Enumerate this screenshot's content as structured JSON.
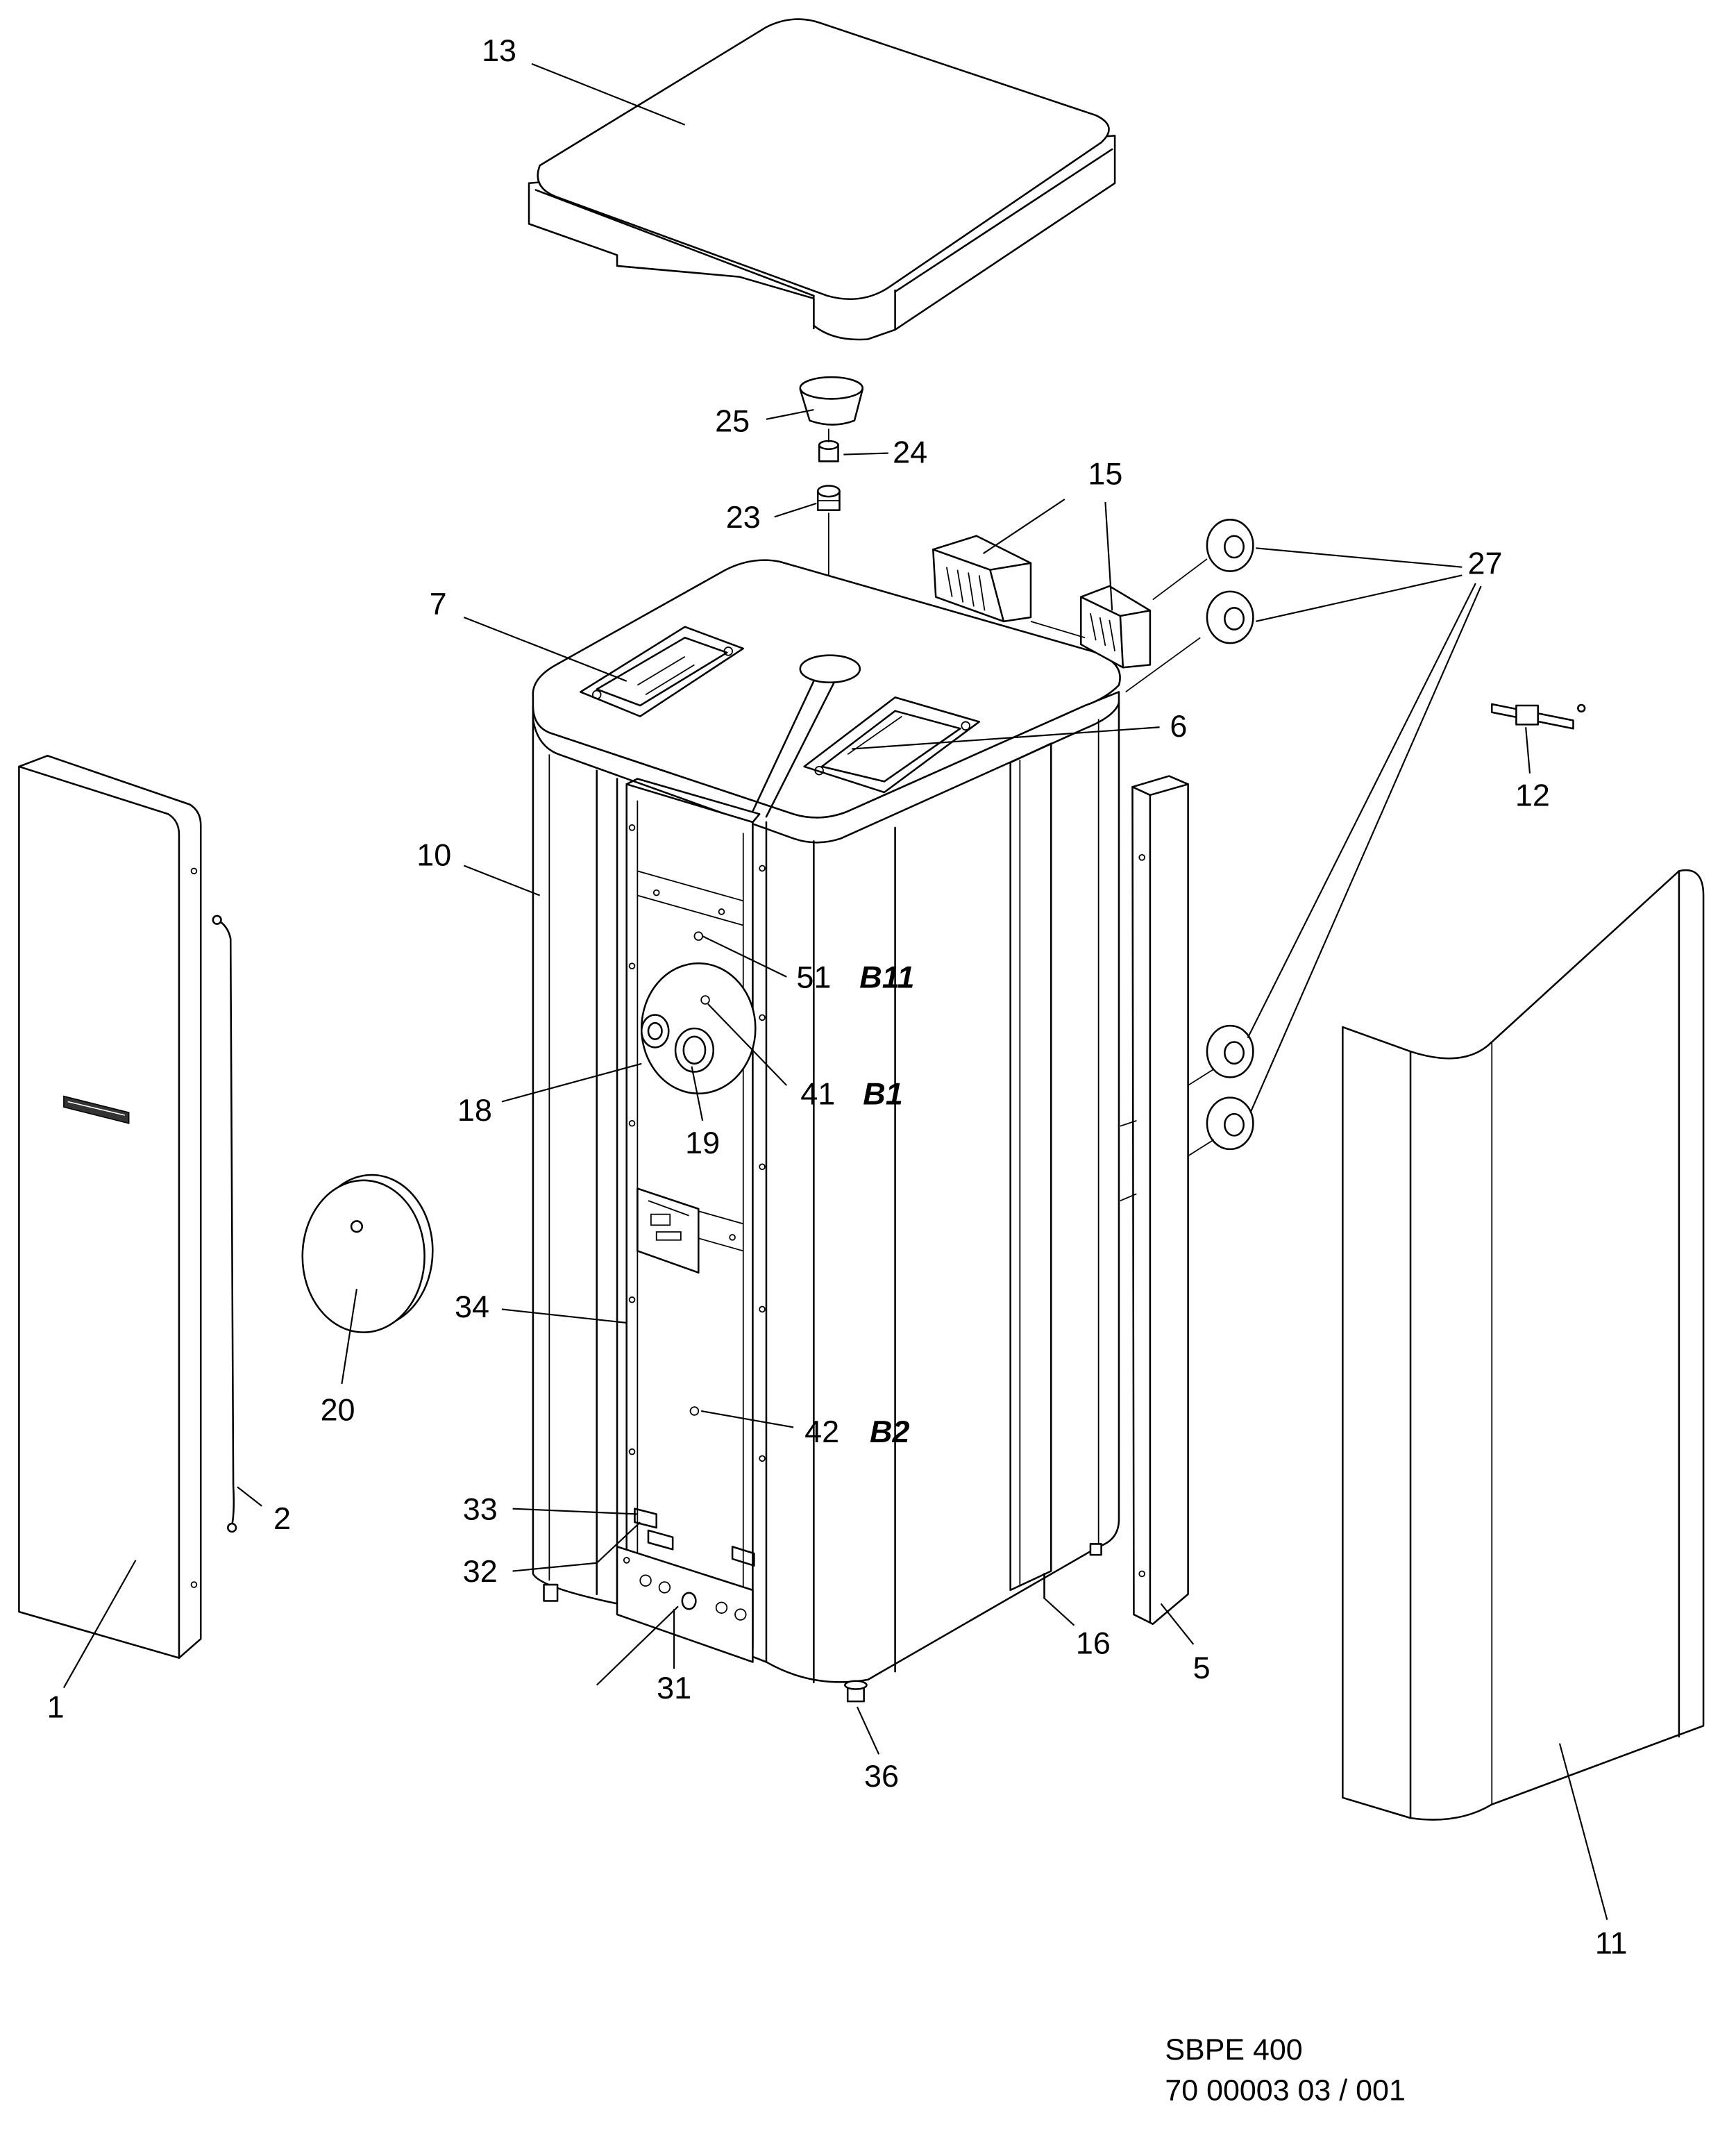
{
  "callouts": {
    "p1": "1",
    "p2": "2",
    "p5": "5",
    "p6": "6",
    "p7": "7",
    "p10": "10",
    "p11": "11",
    "p12": "12",
    "p13": "13",
    "p15": "15",
    "p16": "16",
    "p18": "18",
    "p19": "19",
    "p20": "20",
    "p23": "23",
    "p24": "24",
    "p25": "25",
    "p27": "27",
    "p31": "31",
    "p32": "32",
    "p33": "33",
    "p34": "34",
    "p36": "36",
    "p41": "41",
    "p42": "42",
    "p51": "51"
  },
  "sensor_labels": {
    "b11": "B11",
    "b1": "B1",
    "b2": "B2"
  },
  "title_block": {
    "model": "SBPE 400",
    "drawing_number": "70 00003 03 / 001"
  },
  "colors": {
    "line": "#000000",
    "background": "#ffffff"
  }
}
